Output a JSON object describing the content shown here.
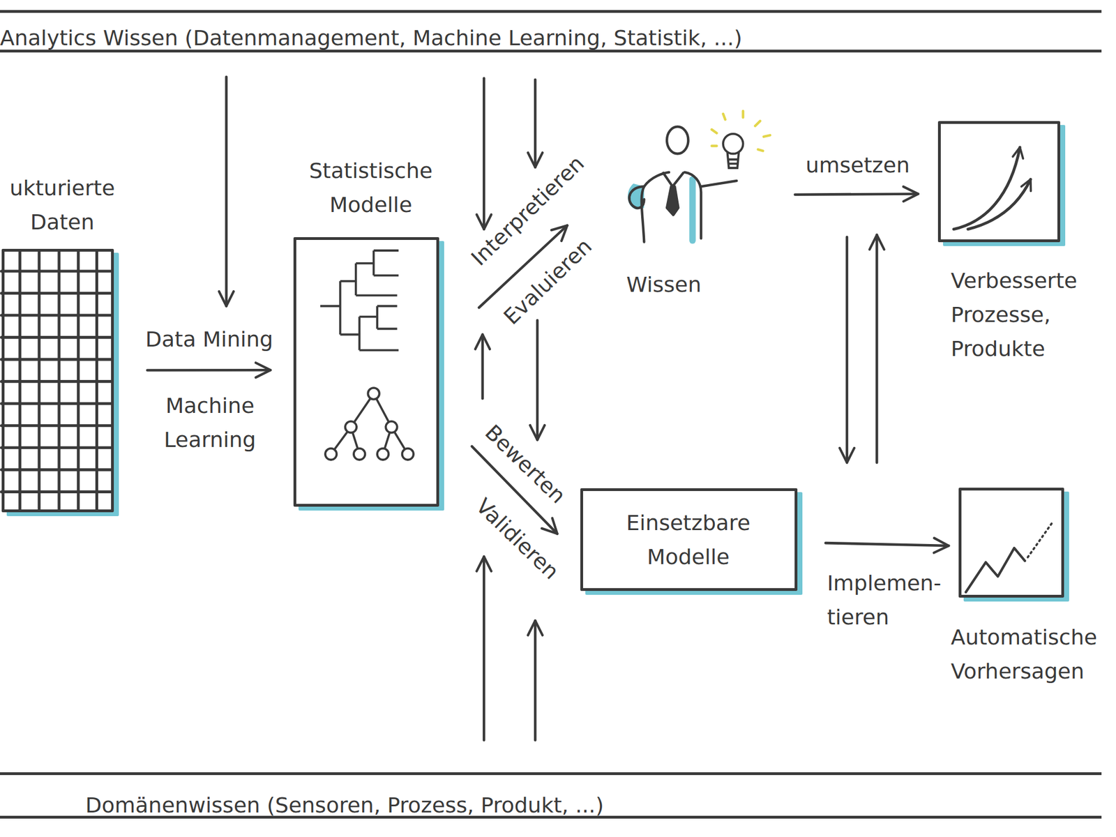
{
  "diagram": {
    "nodes": [
      {
        "text": [
          "Analytics Wissen (Datenmanagement, Machine Learning, Statistik, ...)"
        ]
      },
      {
        "text": [
          "ukturierte Daten"
        ]
      },
      {
        "text": [
          "Statistische Modelle"
        ]
      },
      {
        "text": [
          "Wissen"
        ]
      },
      {
        "text": [
          "Verbesserte Prozesse, Produkte"
        ]
      },
      {
        "text": [
          "Einsetzbare Modelle"
        ]
      },
      {
        "text": [
          "Automatische Vorhersagen"
        ]
      },
      {
        "text": [
          "Domänenwissen (Sensoren, Prozess, Produkt, ...)"
        ]
      }
    ],
    "edges": [
      {
        "from": 1,
        "to": 2,
        "arrow": "to",
        "label": "Data Mining"
      },
      {
        "from": 2,
        "to": 3,
        "arrow": "to",
        "label": "Interpretieren"
      },
      {
        "from": 2,
        "to": 5,
        "arrow": "to",
        "label": "Bewerten"
      },
      {
        "from": 3,
        "to": 4,
        "arrow": "to",
        "label": "umsetzen"
      },
      {
        "from": 5,
        "to": 6,
        "arrow": "to",
        "label": "Implemen- tieren"
      }
    ],
    "labels": [
      "Machine Learning",
      "Evaluieren",
      "Validieren"
    ]
  }
}
